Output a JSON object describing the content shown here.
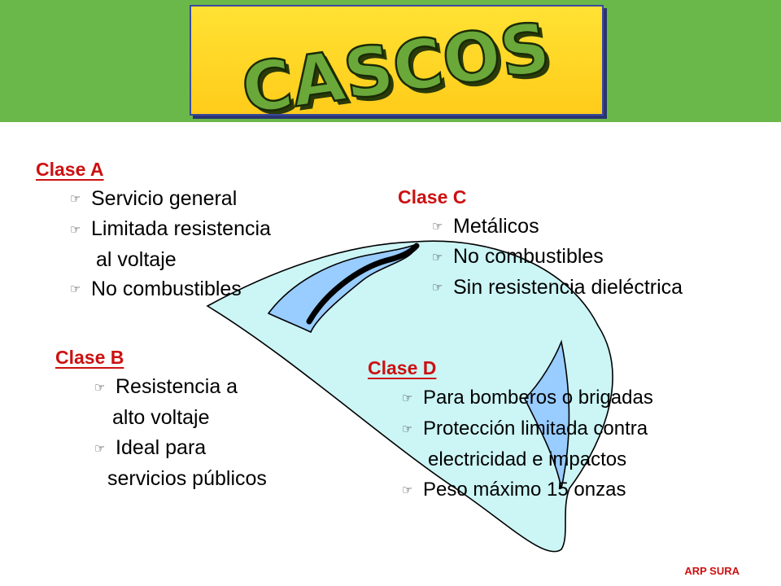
{
  "title": "CASCOS",
  "clase_a": {
    "heading": "Clase A",
    "items": [
      "Servicio general",
      "Limitada resistencia",
      "al voltaje",
      "No combustibles"
    ]
  },
  "clase_b": {
    "heading": "Clase B",
    "items": [
      "Resistencia a",
      "alto voltaje",
      "Ideal para",
      "servicios públicos"
    ]
  },
  "clase_c": {
    "heading": "Clase C",
    "items": [
      "Metálicos",
      "No combustibles",
      "Sin resistencia dieléctrica"
    ]
  },
  "clase_d": {
    "heading": "Clase D",
    "items": [
      "Para bomberos o brigadas",
      "Protección limitada contra",
      "electricidad e impactos",
      "Peso máximo 15 onzas"
    ]
  },
  "bullet_icon": "pointing-hand-icon",
  "footer": "ARP SURA",
  "colors": {
    "band": "#6ab84a",
    "title_box": "#ffd626",
    "heading": "#cc1111",
    "helmet": "#ccf5f5",
    "helmet_shade": "#99ccff"
  }
}
